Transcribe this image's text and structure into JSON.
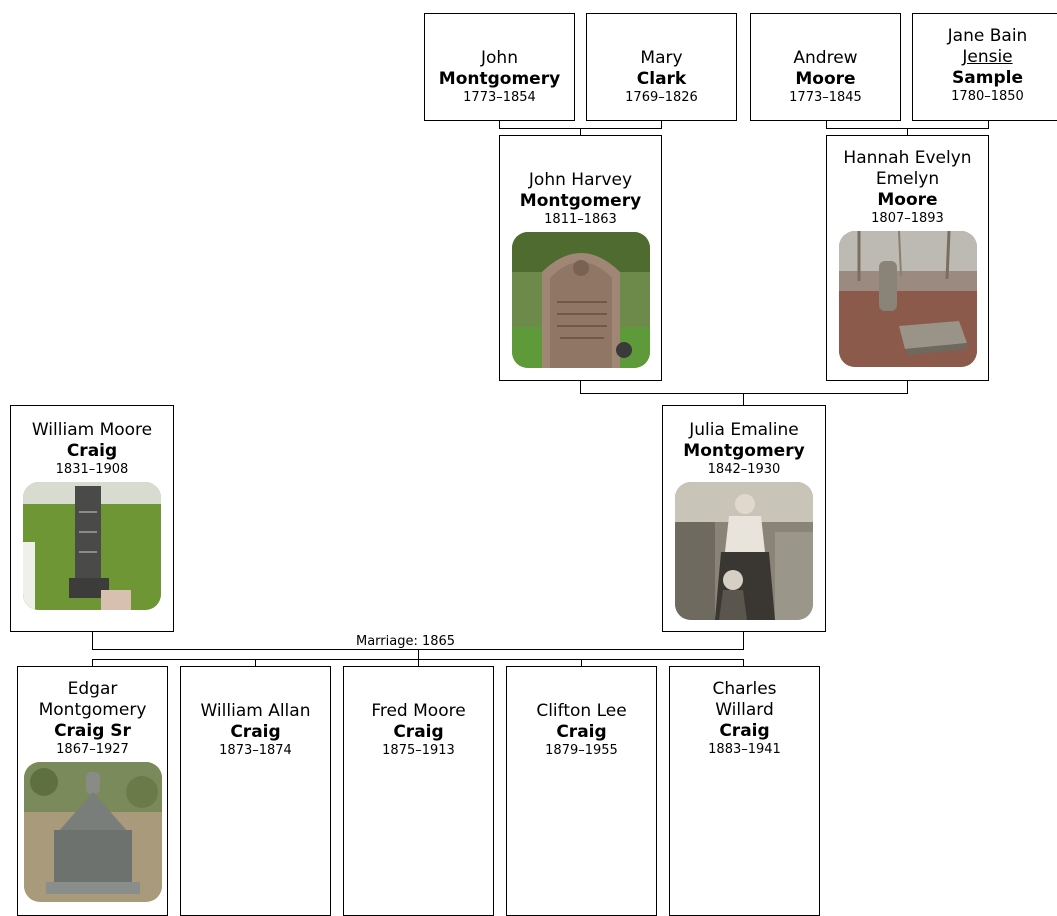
{
  "grandparents": [
    {
      "given": "John",
      "surname": "Montgomery",
      "dates": "1773–1854"
    },
    {
      "given": "Mary",
      "surname": "Clark",
      "dates": "1769–1826"
    },
    {
      "given": "Andrew",
      "surname": "Moore",
      "dates": "1773–1845"
    },
    {
      "given": "Jane Bain",
      "nickname": "Jensie",
      "surname": "Sample",
      "dates": "1780–1850"
    }
  ],
  "parents_of_julia": [
    {
      "given": "John Harvey",
      "surname": "Montgomery",
      "dates": "1811–1863",
      "photo": "headstone"
    },
    {
      "given": "Hannah Evelyn Emelyn",
      "surname": "Moore",
      "dates": "1807–1893",
      "photo": "gravesite"
    }
  ],
  "couple": [
    {
      "given": "William Moore",
      "surname": "Craig",
      "dates": "1831–1908",
      "photo": "headstone"
    },
    {
      "given": "Julia Emaline",
      "surname": "Montgomery",
      "dates": "1842–1930",
      "photo": "portrait"
    }
  ],
  "marriage": {
    "label": "Marriage: 1865"
  },
  "children": [
    {
      "given": "Edgar Montgomery",
      "surname": "Craig Sr",
      "dates": "1867–1927",
      "photo": "headstone"
    },
    {
      "given": "William Allan",
      "surname": "Craig",
      "dates": "1873–1874"
    },
    {
      "given": "Fred Moore",
      "surname": "Craig",
      "dates": "1875–1913"
    },
    {
      "given": "Clifton Lee",
      "surname": "Craig",
      "dates": "1879–1955"
    },
    {
      "given": "Charles Willard",
      "surname": "Craig",
      "dates": "1883–1941"
    }
  ],
  "colors": {
    "line": "#000000",
    "box_border": "#000000",
    "background": "#ffffff"
  }
}
